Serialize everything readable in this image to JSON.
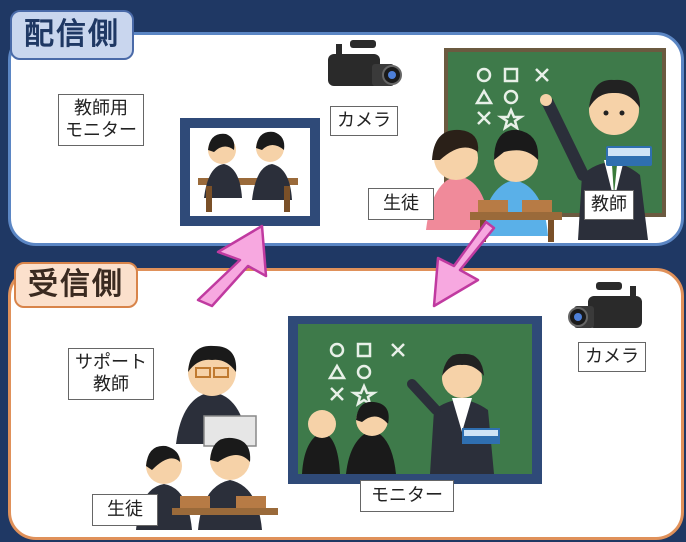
{
  "sections": {
    "send_title": "配信側",
    "receive_title": "受信側"
  },
  "labels": {
    "teacher_monitor": "教師用\nモニター",
    "camera_top": "カメラ",
    "students_top": "生徒",
    "teacher": "教師",
    "support_teacher": "サポート\n教師",
    "camera_bottom": "カメラ",
    "monitor": "モニター",
    "students_bottom": "生徒"
  },
  "blackboard_symbols": [
    "○",
    "□",
    "×",
    "△",
    "○",
    "×",
    "☆"
  ],
  "colors": {
    "background": "#1f3864",
    "send_border": "#5b86c4",
    "receive_border": "#e0915a",
    "arrow": "#f7a8e0",
    "arrow_border": "#c03aa0",
    "board": "#3e7a4a",
    "monitor_frame": "#2f4a78"
  }
}
